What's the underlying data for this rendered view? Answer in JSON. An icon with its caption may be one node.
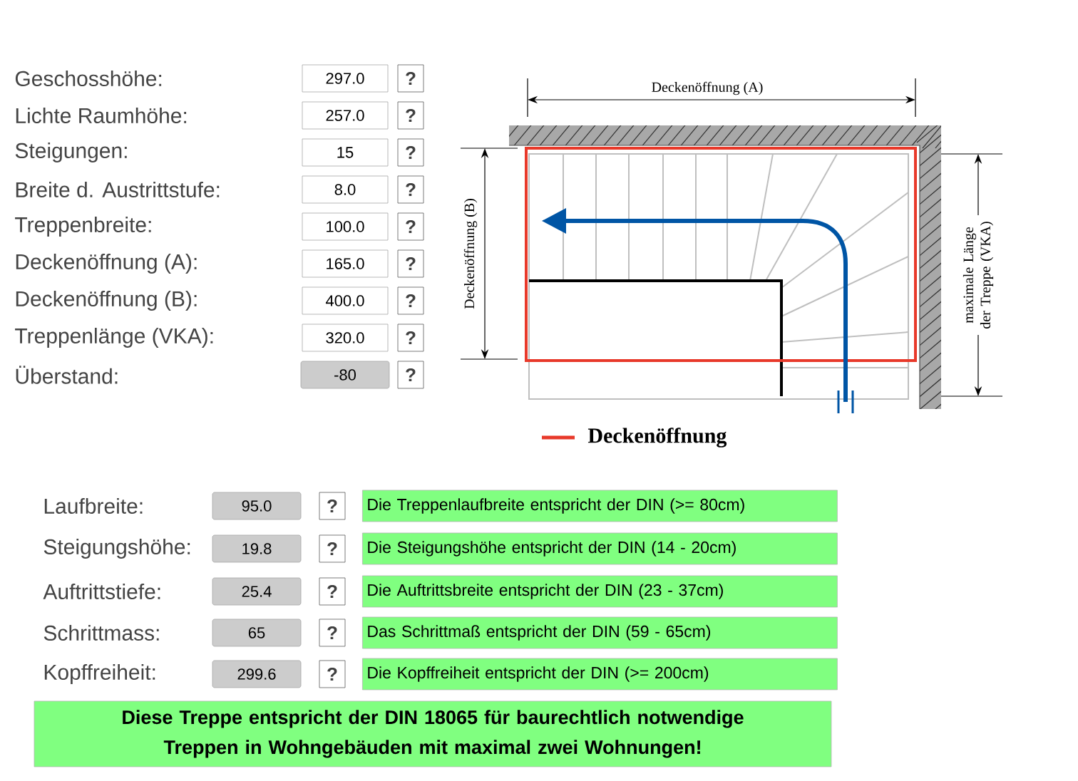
{
  "diagram": {
    "nodes": [
      {
        "text": [
          "297.0"
        ]
      },
      {
        "text": [
          "?"
        ]
      },
      {
        "text": [
          "257.0"
        ]
      },
      {
        "text": [
          "?"
        ]
      },
      {
        "text": [
          "15"
        ]
      },
      {
        "text": [
          "?"
        ]
      },
      {
        "text": [
          "8.0"
        ]
      },
      {
        "text": [
          "?"
        ]
      },
      {
        "text": [
          "100.0"
        ]
      },
      {
        "text": [
          "?"
        ]
      },
      {
        "text": [
          "165.0"
        ]
      },
      {
        "text": [
          "?"
        ]
      },
      {
        "text": [
          "400.0"
        ]
      },
      {
        "text": [
          "?"
        ]
      },
      {
        "text": [
          "320.0"
        ]
      },
      {
        "text": [
          "?"
        ]
      },
      {
        "text": [
          "-80"
        ]
      },
      {
        "text": [
          "?"
        ]
      },
      {
        "text": [
          "95.0"
        ]
      },
      {
        "text": [
          "?"
        ]
      },
      {
        "text": [
          "Die Treppenlaufbreite entspricht der DIN (>= 80cm)"
        ]
      },
      {
        "text": [
          "19.8"
        ]
      },
      {
        "text": [
          "?"
        ]
      },
      {
        "text": [
          "Die Steigungshöhe entspricht der DIN (14 - 20cm)"
        ]
      },
      {
        "text": [
          "25.4"
        ]
      },
      {
        "text": [
          "?"
        ]
      },
      {
        "text": [
          "Die Auftrittsbreite entspricht der DIN (23 - 37cm)"
        ]
      },
      {
        "text": [
          "65"
        ]
      },
      {
        "text": [
          "?"
        ]
      },
      {
        "text": [
          "Das Schrittmaß entspricht der DIN (59 - 65cm)"
        ]
      },
      {
        "text": [
          "299.6"
        ]
      },
      {
        "text": [
          "?"
        ]
      },
      {
        "text": [
          "Die Kopffreiheit entspricht der DIN (>= 200cm)"
        ]
      },
      {
        "text": [
          "Diese Treppe entspricht der DIN 18065 für baurechtlich notwendige Treppen in Wohngebäuden mit maximal zwei Wohnungen!"
        ]
      }
    ],
    "labels": [
      "Geschosshöhe:",
      "Lichte Raumhöhe:",
      "Steigungen:",
      "Breite d. Austrittstufe:",
      "Treppenbreite:",
      "Deckenöffnung (A):",
      "Deckenöffnung (B):",
      "Treppenlänge (VKA):",
      "Überstand:",
      "Deckenöffnung (A)",
      "Deckenöffnung (B)",
      "maximale Länge der Treppe (VKA)",
      "Laufbreite:",
      "Steigungshöhe:",
      "Auftrittstiefe:",
      "Schrittmass:",
      "Kopffreiheit:"
    ],
    "legend": [
      {
        "text": "Deckenöffnung"
      }
    ]
  }
}
